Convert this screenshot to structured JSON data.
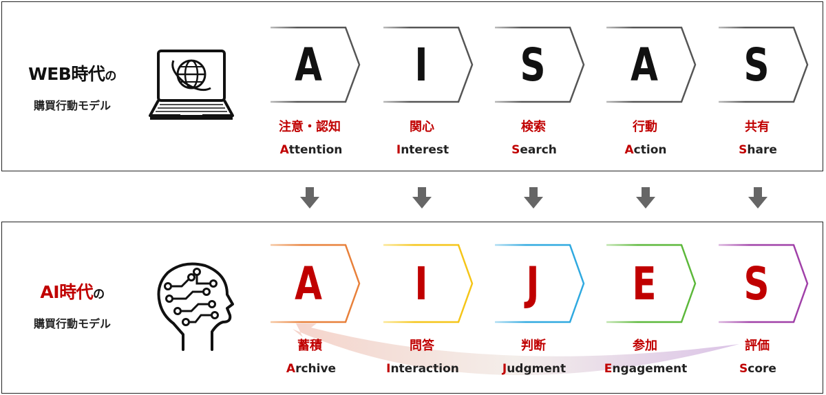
{
  "colors": {
    "accent_red": "#c00000",
    "arrow_gray": "#666666"
  },
  "web_model": {
    "title": "WEB時代",
    "title_suffix": "の",
    "subtitle": "購買行動モデル",
    "icon": "laptop-globe-icon",
    "steps": [
      {
        "letter": "A",
        "jp": "注意・認知",
        "en_initial": "A",
        "en_rest": "ttention"
      },
      {
        "letter": "I",
        "jp": "関心",
        "en_initial": "I",
        "en_rest": "nterest"
      },
      {
        "letter": "S",
        "jp": "検索",
        "en_initial": "S",
        "en_rest": "earch"
      },
      {
        "letter": "A",
        "jp": "行動",
        "en_initial": "A",
        "en_rest": "ction"
      },
      {
        "letter": "S",
        "jp": "共有",
        "en_initial": "S",
        "en_rest": "hare"
      }
    ]
  },
  "ai_model": {
    "title": "AI時代",
    "title_suffix": "の",
    "subtitle": "購買行動モデル",
    "icon": "ai-brain-head-icon",
    "steps": [
      {
        "letter": "A",
        "jp": "蓄積",
        "en_initial": "A",
        "en_rest": "rchive",
        "color": "#e8803a"
      },
      {
        "letter": "I",
        "jp": "問答",
        "en_initial": "I",
        "en_rest": "nteraction",
        "color": "#f5c518"
      },
      {
        "letter": "J",
        "jp": "判断",
        "en_initial": "J",
        "en_rest": "udgment",
        "color": "#2fa9e0"
      },
      {
        "letter": "E",
        "jp": "参加",
        "en_initial": "E",
        "en_rest": "ngagement",
        "color": "#5cb83a"
      },
      {
        "letter": "S",
        "jp": "評価",
        "en_initial": "S",
        "en_rest": "core",
        "color": "#a040a8"
      }
    ]
  }
}
